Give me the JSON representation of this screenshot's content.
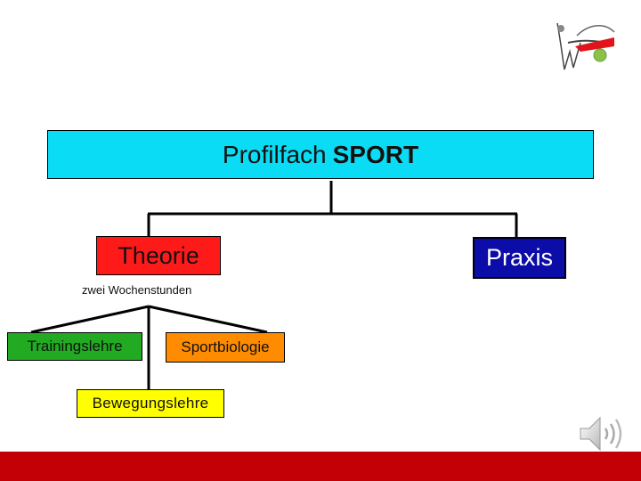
{
  "diagram": {
    "title_prefix": "Profilfach ",
    "title_bold": "SPORT",
    "theorie": "Theorie",
    "praxis": "Praxis",
    "theorie_subtitle": "zwei Wochenstunden",
    "trainingslehre": "Trainingslehre",
    "sportbiologie": "Sportbiologie",
    "bewegungslehre": "Bewegungslehre"
  },
  "colors": {
    "title_fill": "#0bdcf5",
    "theorie_fill": "#ff1a1a",
    "praxis_fill": "#0c0ca8",
    "trainingslehre_fill": "#22aa22",
    "sportbiologie_fill": "#ff8c00",
    "bewegungslehre_fill": "#ffff00",
    "footer_bar": "#c30006"
  },
  "icons": {
    "logo": "school-logo-icon",
    "audio": "speaker-icon"
  }
}
